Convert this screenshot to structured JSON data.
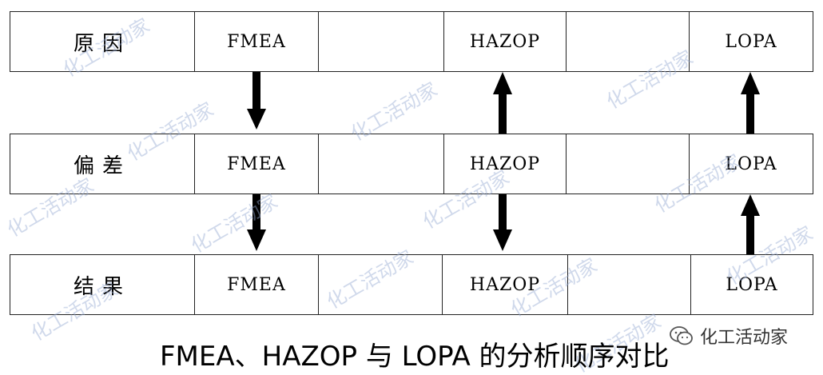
{
  "rows": [
    {
      "label": "原因",
      "cells": [
        "FMEA",
        "",
        "HAZOP",
        "",
        "LOPA"
      ]
    },
    {
      "label": "偏差",
      "cells": [
        "FMEA",
        "",
        "HAZOP",
        "",
        "LOPA"
      ]
    },
    {
      "label": "结果",
      "cells": [
        "FMEA",
        "",
        "HAZOP",
        "",
        "LOPA"
      ]
    }
  ],
  "caption": "FMEA、HAZOP 与 LOPA 的分析顺序对比",
  "watermark_text": "化工活动家",
  "brand": {
    "name": "化工活动家",
    "icon": "wechat-icon"
  },
  "colors": {
    "border": "#222222",
    "arrow": "#000000",
    "watermark": "#96aad2"
  }
}
